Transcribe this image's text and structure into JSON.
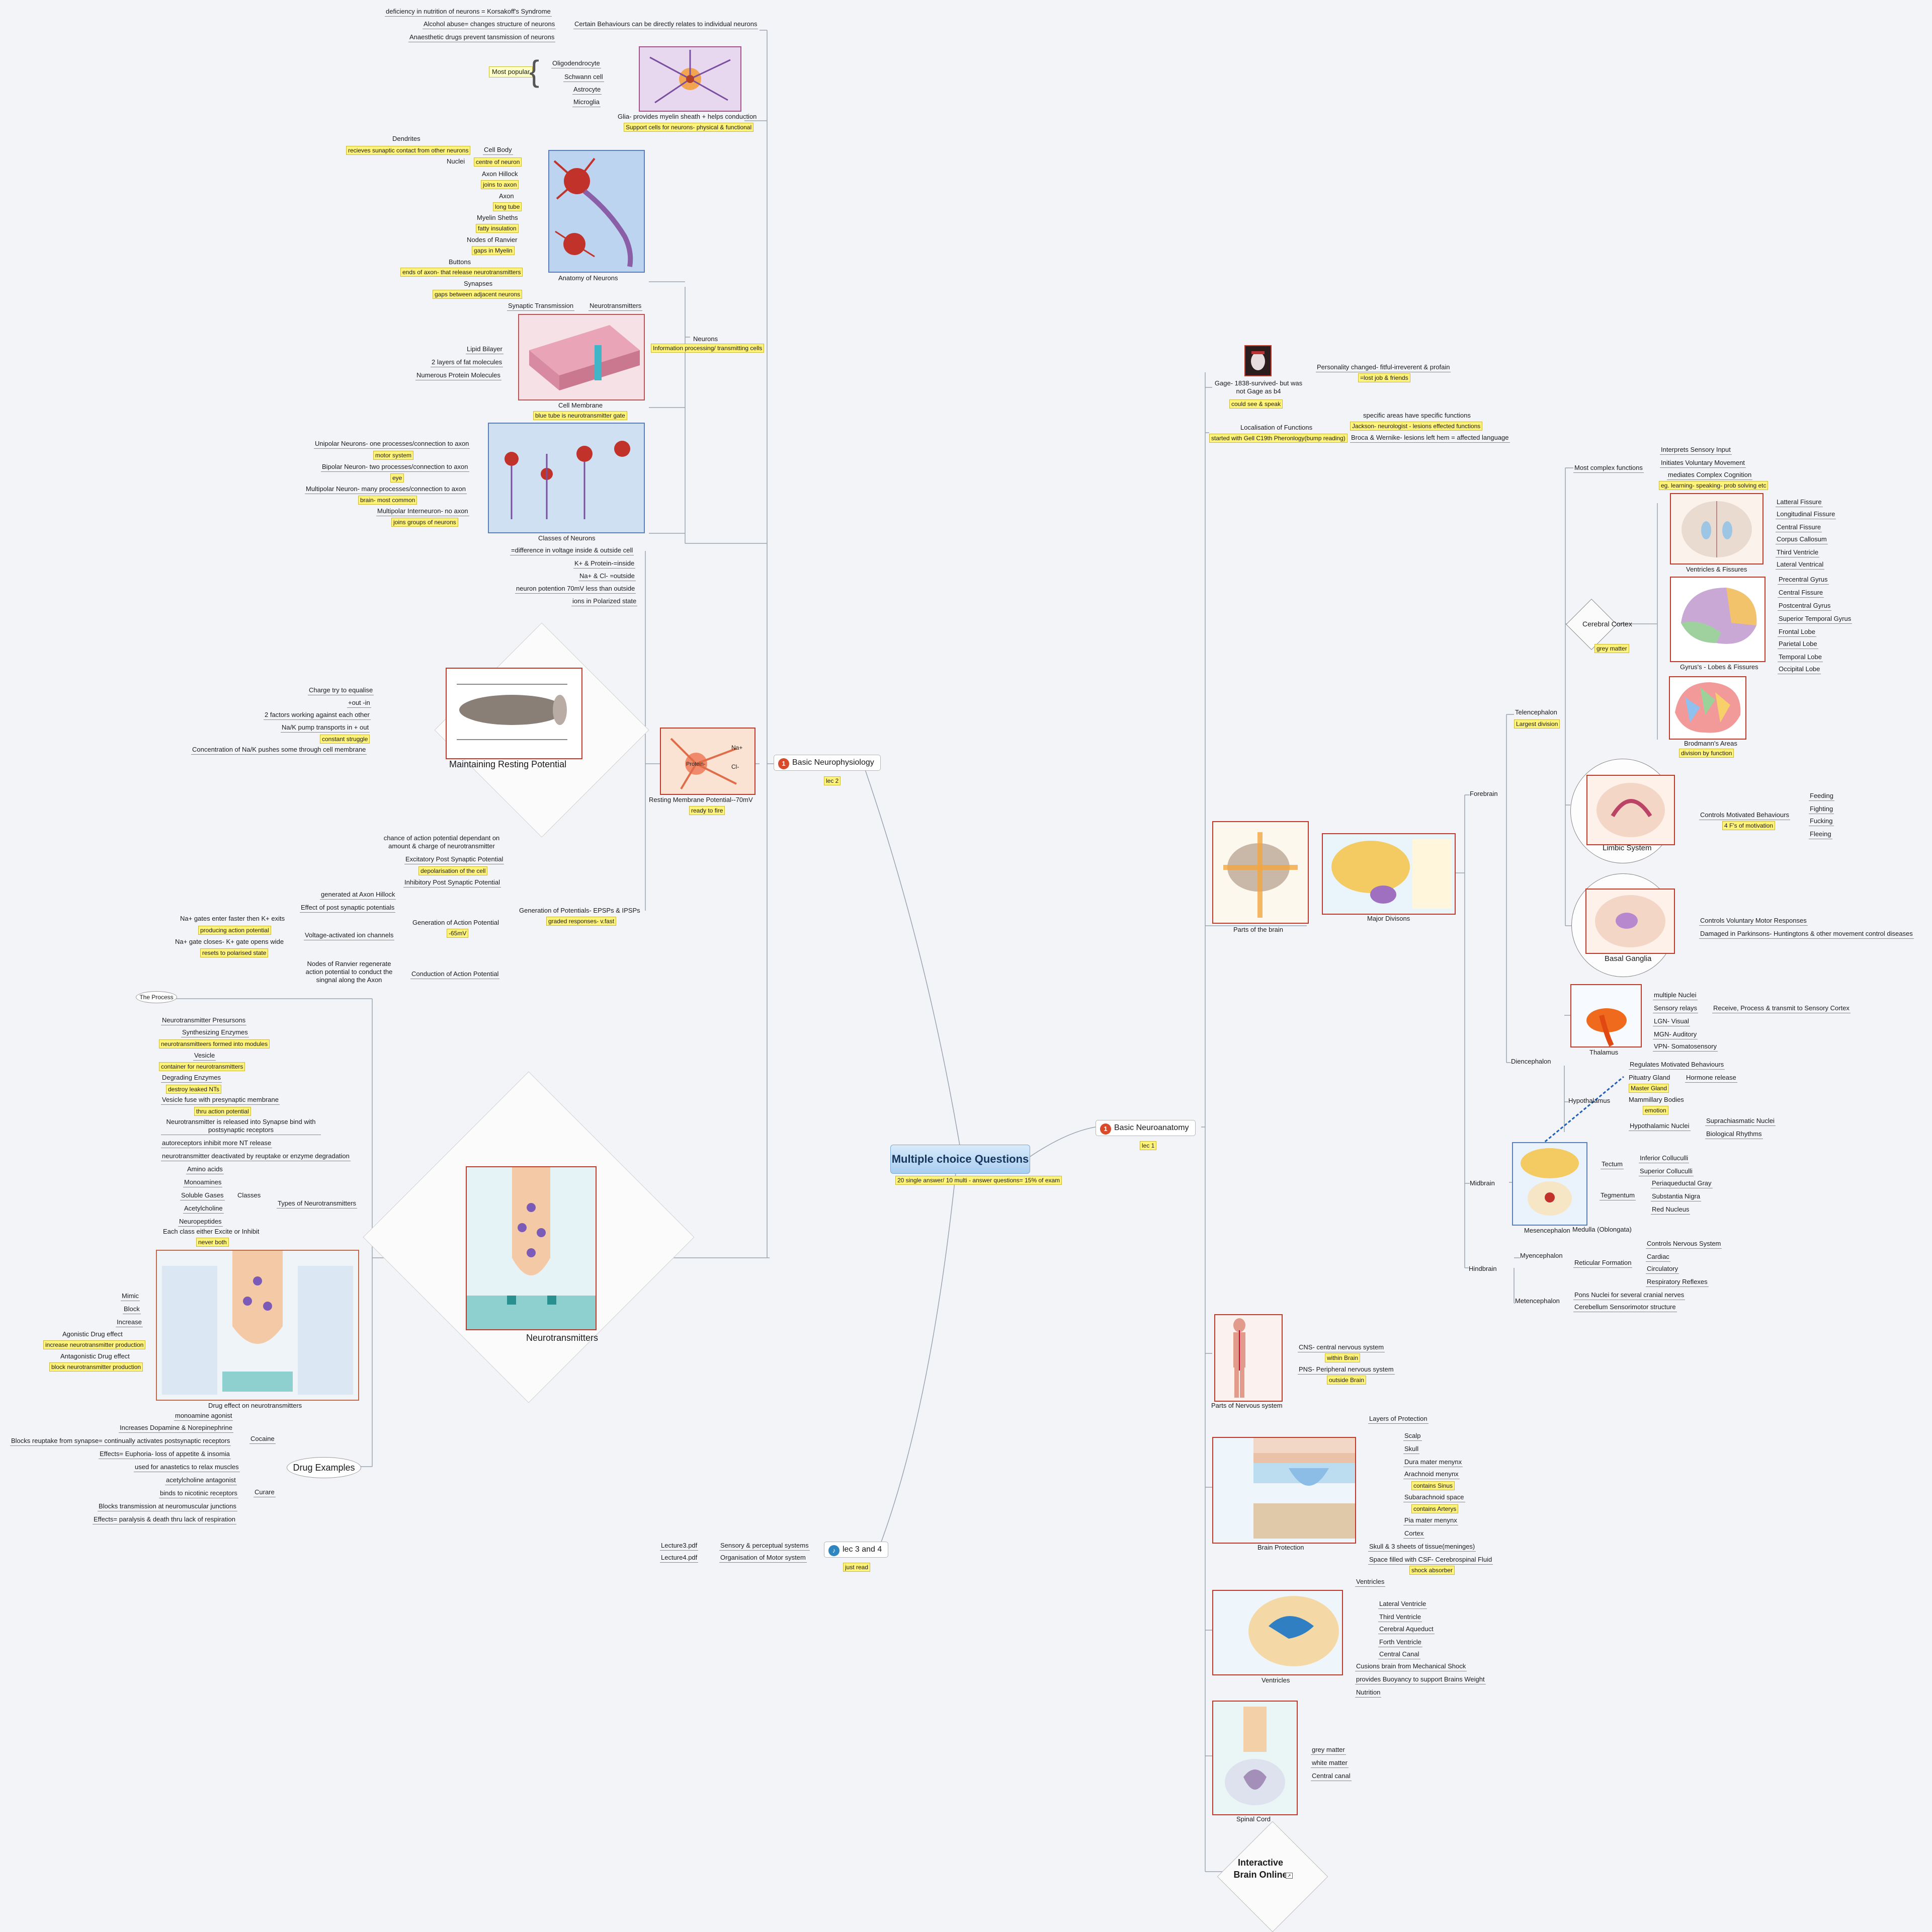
{
  "central": {
    "title": "Multiple choice Questions",
    "note": "20 single answer/ 10 multi - answer questions= 15% of exam"
  },
  "main_topics": {
    "neurophys": {
      "label": "Basic  Neurophysiology",
      "note": "lec 2"
    },
    "neuroanat": {
      "label": "Basic Neuroanatomy",
      "note": "lec 1"
    },
    "lec34": {
      "label": "lec 3 and 4",
      "note": "just read"
    }
  },
  "neurophys": {
    "behaviours": {
      "label": "Certain Behaviours can be directly relates to individual neurons",
      "items": [
        "deficiency in nutrition of neurons = Korsakoff's Syndrome",
        "Alcohol abuse= changes structure of neurons",
        "Anaesthetic drugs prevent tansmission of neurons"
      ]
    },
    "glia": {
      "label": "Glia- provides myelin sheath  + helps conduction",
      "note": "Support cells for neurons- physical & functional",
      "types": [
        "Oligodendrocyte",
        "Schwann cell",
        "Astrocyte",
        "Microglia"
      ],
      "popular": "Most popular"
    },
    "anatomy": {
      "caption": "Anatomy of Neurons",
      "parts": [
        {
          "label": "Dendrites"
        },
        {
          "label": "Cell Body",
          "note": "recieves sunaptic contact from other neurons"
        },
        {
          "label": "Nuclei",
          "note": "centre of neuron"
        },
        {
          "label": "Axon Hillock",
          "note": "joins to axon"
        },
        {
          "label": "Axon",
          "note": "long tube"
        },
        {
          "label": "Myelin Sheths",
          "note": "fatty insulation"
        },
        {
          "label": "Nodes of Ranvier",
          "note": "gaps in Myelin"
        },
        {
          "label": "Buttons",
          "note": "ends of axon- that release neurotransmitters"
        },
        {
          "label": "Synapses",
          "note": "gaps between adjacent neurons"
        }
      ]
    },
    "synaptic": {
      "label": "Synaptic Transmission",
      "child": "Neurotransmitters"
    },
    "neurons": {
      "label": "Neurons",
      "note": "Information processing/ transmitting cells"
    },
    "membrane": {
      "caption": "Cell Membrane",
      "note": "blue tube is neurotransmitter gate",
      "items": [
        "Lipid Bilayer",
        "2 layers of fat molecules",
        "Numerous Protein Molecules"
      ]
    },
    "classes": {
      "caption": "Classes of Neurons",
      "items": [
        {
          "label": "Unipolar Neurons- one processes/connection to axon",
          "note": "motor system"
        },
        {
          "label": "Bipolar Neuron- two processes/connection to axon",
          "note": "eye"
        },
        {
          "label": "Multipolar Neuron- many processes/connection to axon",
          "note": "brain- most common"
        },
        {
          "label": "Multipolar Interneuron- no axon",
          "note": "joins groups of neurons"
        }
      ]
    },
    "resting": {
      "items": [
        "=difference in voltage inside & outside cell",
        "K+ & Protein-=inside",
        "Na+ & Cl- =outside",
        "neuron potention 70mV less than outside",
        "ions in Polarized state"
      ],
      "caption": "Resting Membrane Potential--70mV",
      "note": "ready to fire",
      "na": "Na+",
      "cl": "Cl-",
      "protein": "Protein-"
    },
    "maintaining": {
      "title": "Maintaining Resting Potential",
      "items": [
        "Charge try to equalise",
        "+out -in",
        "2 factors working against each other",
        "Na/K pump transports in + out",
        "constant struggle",
        "Concentration of Na/K pushes some through cell membrane"
      ]
    },
    "generation": {
      "label": "Generation of Potentials- EPSPs & IPSPs",
      "note": "graded responses- v.fast",
      "chance": "chance of action potential dependant on amount & charge of neurotransmitter",
      "excit": "Excitatory Post Synaptic Potential",
      "depol": "depolarisation of the cell",
      "inhib": "Inhibitory Post Synaptic Potential",
      "ap": "Generation of Action Potential",
      "ap_note": "-65mV",
      "hillock": "generated at Axon Hillock",
      "effect": "Effect of post synaptic potentials",
      "channels": "Voltage-activated ion channels",
      "na_enter": "Na+ gates enter faster then K+ exits",
      "producing": "producing action potential",
      "na_close": "Na+ gate closes- K+ gate opens wide",
      "resets": "resets to polarised state",
      "conduction": "Conduction of Action Potential",
      "nodes": "Nodes of Ranvier regenerate action potential to conduct the singnal along the Axon"
    },
    "neurotransmitters": {
      "title": "Neurotransmitters",
      "process": "The Process",
      "steps": [
        "Neurotransmitter Presursons",
        "Synthesizing Enzymes",
        "neurotransmitteers formed into modules",
        "Vesicle",
        "container for  neurotransmitters",
        "Degrading Enzymes",
        "destroy leaked NTs",
        "Vesicle fuse with presynaptic membrane",
        "thru action potential",
        "Neurotransmitter is released into Synapse bind with postsynaptic receptors",
        "autoreceptors inhibit more NT release",
        "neurotransmitter deactivated by reuptake or enzyme degradation"
      ],
      "types": "Types of Neurotransmitters",
      "classes": "Classes",
      "class_items": [
        "Amino acids",
        "Monoamines",
        "Soluble Gases",
        "Acetylcholine",
        "Neuropeptides"
      ],
      "excite": "Each class either Excite or Inhibit",
      "never": "never both",
      "drug_caption": "Drug effect on neurotransmitters",
      "drug_items": [
        "Mimic",
        "Block",
        "Increase",
        "Agonistic Drug effect",
        "increase neurotransmitter production",
        "Antagonistic Drug effect",
        "block neurotransmitter production"
      ]
    },
    "drugs": {
      "title": "Drug Examples",
      "cocaine": "Cocaine",
      "cocaine_items": [
        "monoamine agonist",
        "Increases Dopamine & Norepinephrine",
        "Blocks reuptake from synapse= continually activates postsynaptic receptors",
        "Effects= Euphoria- loss of appetite & insomia"
      ],
      "curare": "Curare",
      "curare_items": [
        "used for anastetics to relax muscles",
        "acetylcholine antagonist",
        "binds to nicotinic receptors",
        "Blocks transmission at neuromuscular junctions",
        "Effects= paralysis & death thru lack of respiration"
      ]
    }
  },
  "lec34": {
    "files": [
      {
        "file": "Lecture3.pdf",
        "label": "Sensory & perceptual systems"
      },
      {
        "file": "Lecture4.pdf",
        "label": "Organisation of Motor system"
      }
    ]
  },
  "neuroanat": {
    "gage": {
      "label": "Gage- 1838-survived- but was not Gage as b4",
      "note": "could see & speak",
      "child": "Personality changed- fitful-irreverent & profain",
      "child_note": "=lost job & friends"
    },
    "local": {
      "label": "Localisation of Functions",
      "note": "started with Gell C19th Pheronlogy(bump reading)",
      "items": [
        "specific areas have specific functions",
        "Jackson- neurologist - lesions effected functions",
        "Broca & Wernike- lesions left hem = affected language"
      ]
    },
    "parts_caption": "Parts of the brain",
    "major_caption": "Major Divisons",
    "forebrain": "Forebrain",
    "telencephalon": "Telencephalon",
    "largest": "Largest division",
    "complex": "Most complex functions",
    "complex_items": [
      "Interprets Sensory Input",
      "Initiates Voluntary Movement",
      "mediates Complex Cognition",
      "eg. learning- speaking- prob solving etc"
    ],
    "cortex": "Cerebral Cortex",
    "grey": "grey matter",
    "ventricles_caption": "Ventricles & Fissures",
    "ventricles_items": [
      "Latteral Fissure",
      "Longitudinal Fissure",
      "Central Fissure",
      "Corpus Callosum",
      "Third Ventricle",
      "Lateral Ventrical"
    ],
    "gyrus_caption": "Gyrus's - Lobes & Fissures",
    "gyrus_items": [
      "Precentral Gyrus",
      "Central Fissure",
      "Postcentral Gyrus",
      "Superior Temporal Gyrus",
      "Frontal Lobe",
      "Parietal Lobe",
      "Temporal Lobe",
      "Occipital Lobe"
    ],
    "brodmann": "Brodmann's Areas",
    "brodmann_note": "division by function",
    "limbic": "Limbic System",
    "limbic_label": "Controls Motivated Behaviours",
    "limbic_note": "4 F's of motivation",
    "limbic_items": [
      "Feeding",
      "Fighting",
      "Fucking",
      "Fleeing"
    ],
    "basal": "Basal Ganglia",
    "basal_items": [
      "Controls Voluntary Motor Responses",
      "Damaged in Parkinsons- Huntingtons & other movement control diseases"
    ],
    "diencephalon": "Diencephalon",
    "thalamus": "Thalamus",
    "thalamus_items": [
      "multiple Nuclei",
      "Sensory relays",
      "LGN- Visual",
      "MGN- Auditory",
      "VPN- Somatosensory"
    ],
    "relay": "Receive, Process & transmit to Sensory Cortex",
    "hypothalamus": "Hypothalamus",
    "hypo_items": [
      "Regulates Motivated Behaviours",
      "Pituatry Gland",
      "Master Gland",
      "Mammillary Bodies",
      "emotion",
      "Hypothalamic Nuclei"
    ],
    "hormone": "Hormone release",
    "supra": [
      "Suprachiasmatic Nuclei",
      "Biological Rhythms"
    ],
    "midbrain": "Midbrain",
    "mesencephalon": "Mesencephalon",
    "tectum": "Tectum",
    "tectum_items": [
      "Inferior Colluculli",
      "Superior Colluculli"
    ],
    "tegmentum": "Tegmentum",
    "teg_items": [
      "Periaqueductal Gray",
      "Substantia Nigra",
      "Red Nucleus"
    ],
    "hindbrain": "Hindbrain",
    "medulla": "Medulla (Oblongata)",
    "myencephalon": "Myencephalon",
    "reticular": "Reticular Formation",
    "reticular_items": [
      "Controls Nervous System",
      "Cardiac",
      "Circulatory",
      "Respiratory Reflexes"
    ],
    "metencephalon": "Metencephalon",
    "met_items": [
      "Pons Nuclei for several cranial nerves",
      "Cerebellum Sensorimotor structure"
    ],
    "ns_caption": "Parts of Nervous system",
    "cns": "CNS- central nervous system",
    "cns_note": "within Brain",
    "pns": "PNS-  Peripheral nervous system",
    "pns_note": "outside Brain",
    "prot_caption": "Brain Protection",
    "layers": "Layers of Protection",
    "layer_items": [
      "Scalp",
      "Skull",
      "Dura mater menynx",
      "Arachnoid menynx",
      "contains Sinus",
      "Subarachnoid space",
      "contains Arterys",
      "Pia mater menynx",
      "Cortex"
    ],
    "skull": "Skull & 3 sheets of tissue(meninges)",
    "csf": "Space filled with CSF- Cerebrospinal Fluid",
    "shock": "shock absorber",
    "vent_caption": "Ventricles",
    "vent_label": "Ventricles",
    "vent_items": [
      "Lateral Ventricle",
      "Third Ventricle",
      "Cerebral Aqueduct",
      "Forth Ventricle",
      "Central Canal"
    ],
    "vent_more": [
      "Cusions brain from Mechanical Shock",
      "provides Buoyancy to support Brains Weight",
      "Nutrition"
    ],
    "spinal_caption": "Spinal Cord",
    "spinal_items": [
      "grey matter",
      "white matter",
      "Central canal"
    ],
    "interactive": "Interactive Brain Online"
  },
  "colors": {
    "accent": "#d94a2b",
    "highlight": "#fff37a",
    "line": "#9aa3b0",
    "central": "#a8cdf0"
  }
}
